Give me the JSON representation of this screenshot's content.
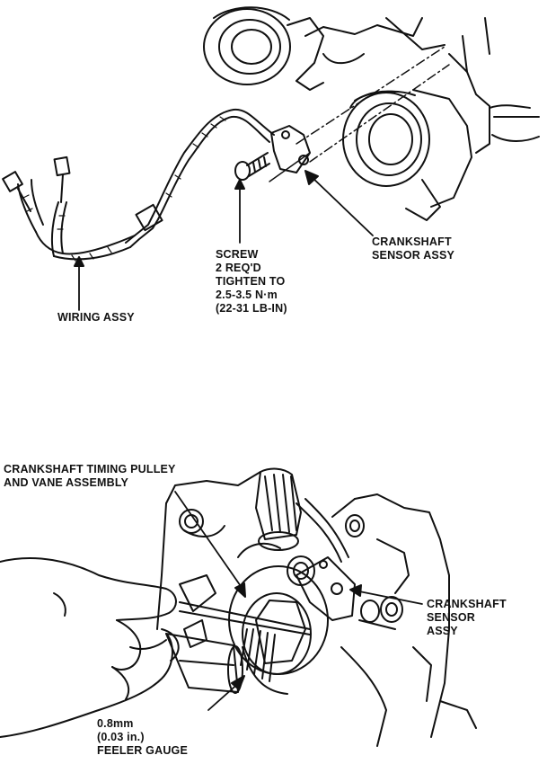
{
  "top_figure": {
    "wiring_label": "WIRING ASSY",
    "screw_lines": [
      "SCREW",
      "2 REQ'D",
      "TIGHTEN TO",
      "2.5-3.5 N·m",
      "(22-31 LB-IN)"
    ],
    "sensor_lines": [
      "CRANKSHAFT",
      "SENSOR ASSY"
    ]
  },
  "bottom_figure": {
    "pulley_lines": [
      "CRANKSHAFT TIMING PULLEY",
      "AND VANE ASSEMBLY"
    ],
    "sensor_lines": [
      "CRANKSHAFT",
      "SENSOR",
      "ASSY"
    ],
    "gauge_lines": [
      "0.8mm",
      "(0.03 in.)",
      "FEELER GAUGE"
    ]
  }
}
